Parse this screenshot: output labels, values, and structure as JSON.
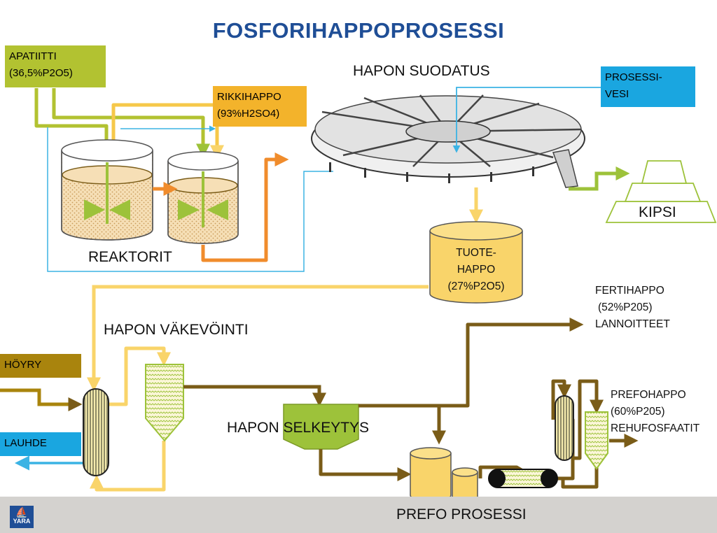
{
  "title": "FOSFORIHAPPOPROSESSI",
  "inputs": {
    "apatiitti": {
      "line1": "APATIITTI",
      "line2": "(36,5%P2O5)"
    },
    "rikkihappo": {
      "line1": "RIKKIHAPPO",
      "line2": "(93%H2SO4)"
    },
    "prosessivesi": {
      "line1": "PROSESSI-",
      "line2": "VESI"
    },
    "hoyry": "HÖYRY",
    "lauhde": "LAUHDE"
  },
  "labels": {
    "reaktorit": "REAKTORIT",
    "hapon_suodatus": "HAPON SUODATUS",
    "kipsi": "KIPSI",
    "hapon_vakevointi": "HAPON VÄKEVÖINTI",
    "hapon_selkeytys": "HAPON SELKEYTYS",
    "prefo_prosessi": "PREFO PROSESSI"
  },
  "tuotehappo": {
    "line1": "TUOTE-",
    "line2": "HAPPO",
    "line3": "(27%P2O5)"
  },
  "fertihappo": {
    "line1": "FERTIHAPPO",
    "line2": "(52%P205)",
    "line3": "LANNOITTEET"
  },
  "prefohappo": {
    "line1": "PREFOHAPPO",
    "line2": "(60%P205)",
    "line3": "REHUFOSFAATIT"
  },
  "logo": "YARA",
  "colors": {
    "title": "#1f4e96",
    "apatiitti_box": "#b2c231",
    "rikkihappo_box": "#f3b32b",
    "prosessivesi_box": "#1aa6e0",
    "hoyry_box": "#a9840d",
    "lauhde_box": "#1aa6e0",
    "orange_flow": "#f08c2c",
    "yellow_flow": "#f9d46a",
    "brown_flow": "#7a5c18",
    "green_flow": "#9dc23a",
    "blue_flow": "#3bb3e4"
  }
}
